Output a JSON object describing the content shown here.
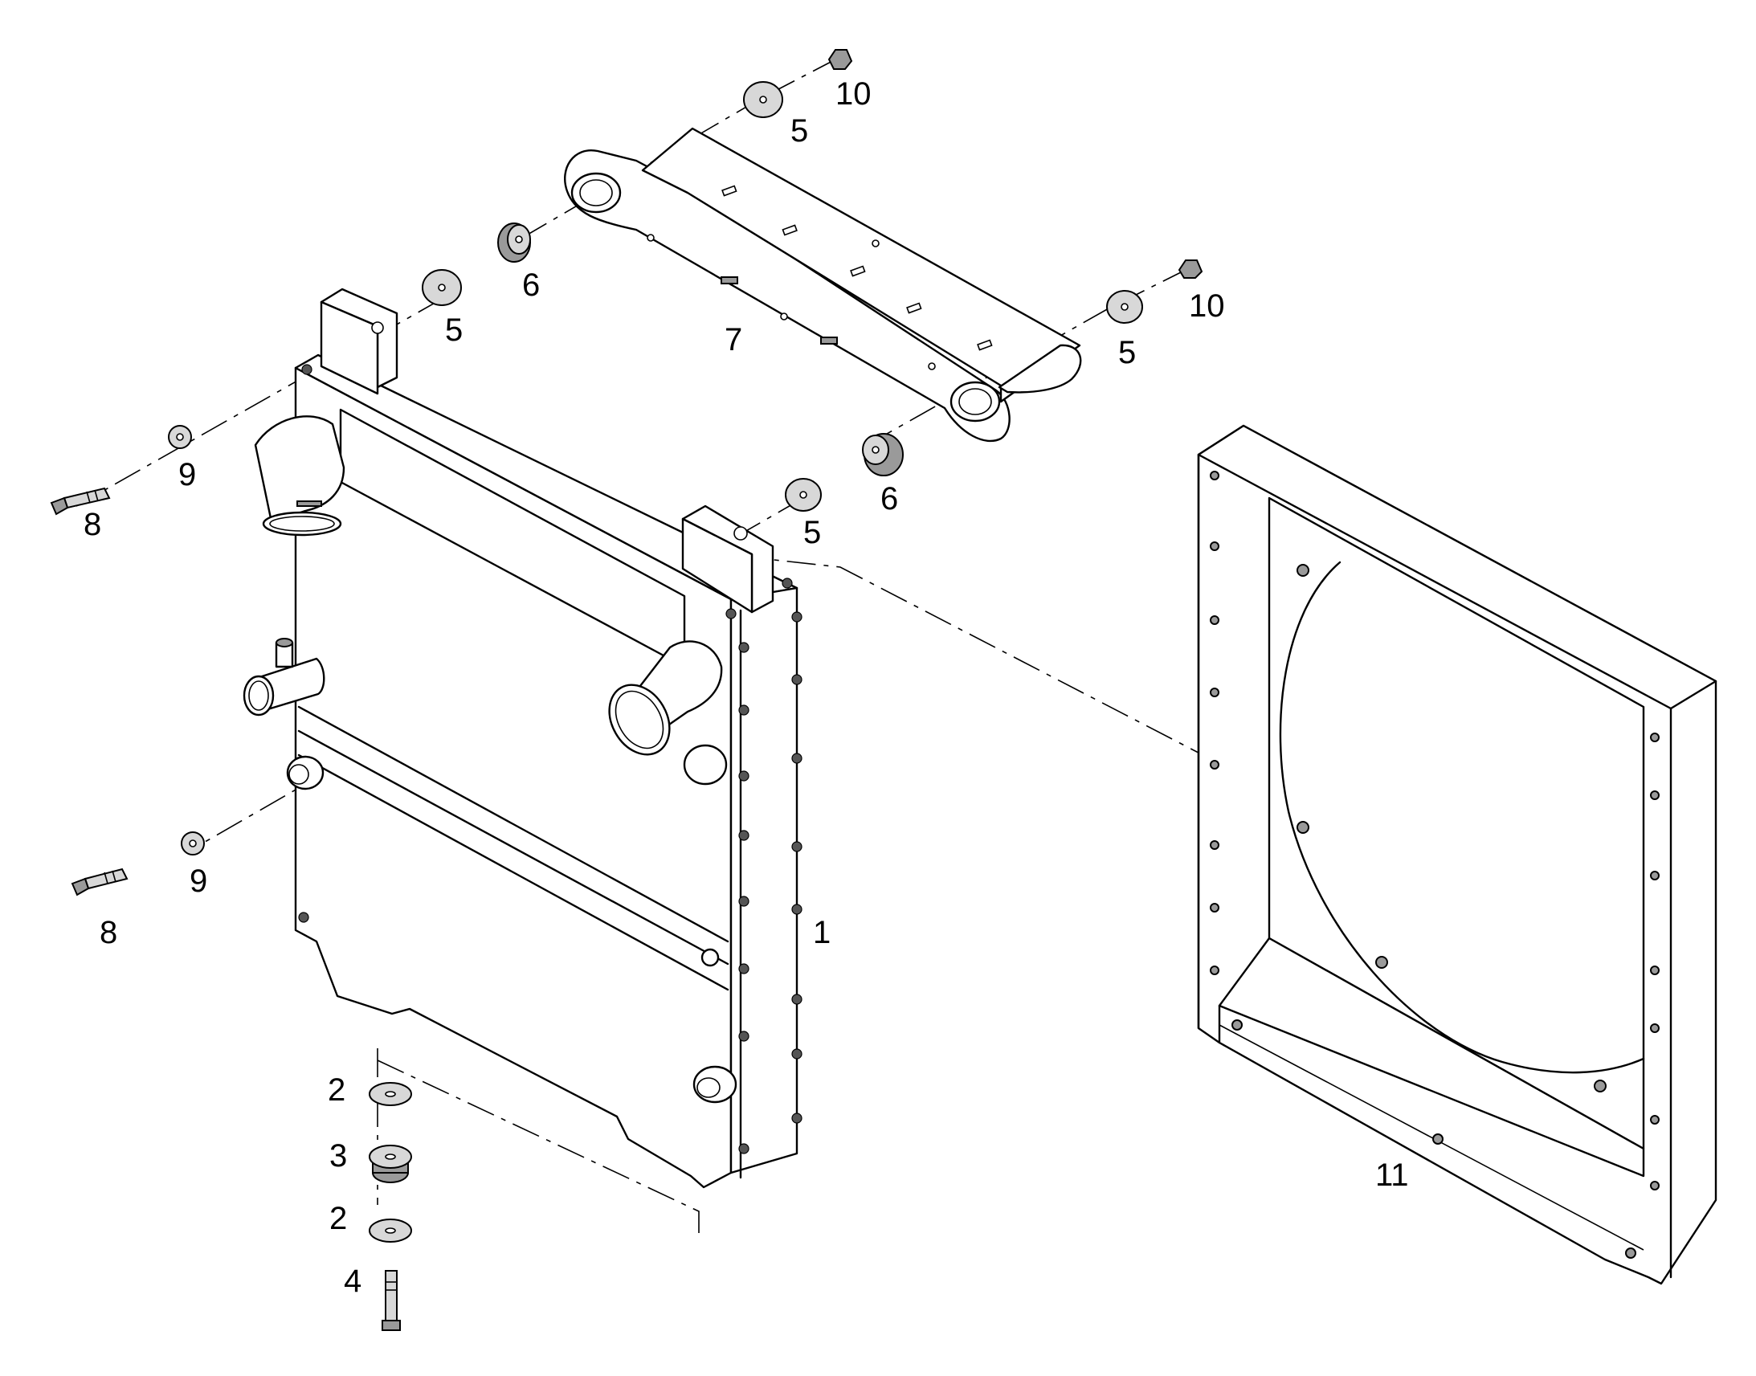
{
  "callouts": {
    "c1": "1",
    "c2_upper": "2",
    "c2_lower": "2",
    "c3": "3",
    "c4": "4",
    "c5_top": "5",
    "c5_left": "5",
    "c5_right": "5",
    "c5_mid": "5",
    "c6_upper": "6",
    "c6_lower": "6",
    "c7": "7",
    "c8_upper": "8",
    "c8_lower": "8",
    "c9_upper": "9",
    "c9_lower": "9",
    "c10_top": "10",
    "c10_right": "10",
    "c11": "11"
  }
}
